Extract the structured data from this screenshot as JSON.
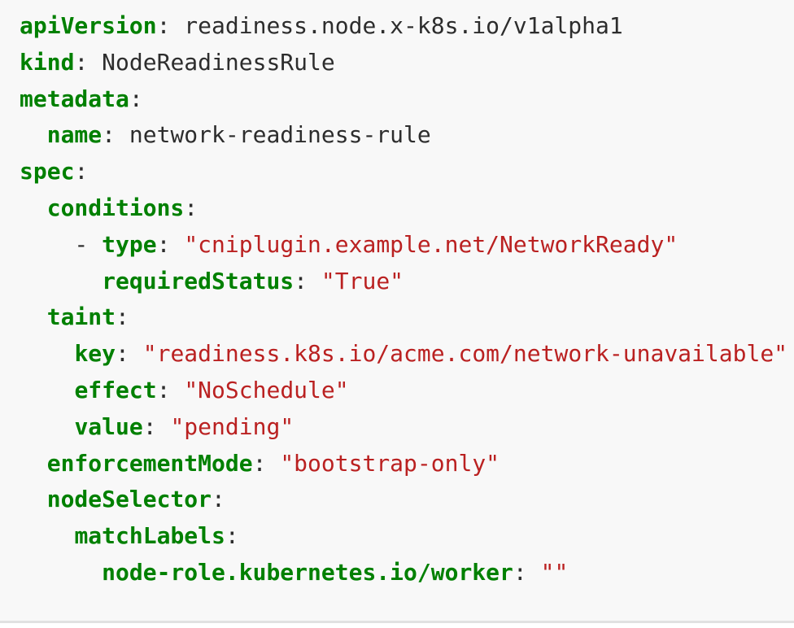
{
  "page": {
    "background_color": "#ffffff"
  },
  "code_block": {
    "language": "yaml",
    "background_color": "#f8f8f8",
    "border_bottom_color": "#e1e1e1",
    "plain_text_color": "#2d2d2d",
    "key_color": "#008000",
    "string_color": "#ba2121",
    "lines": [
      {
        "tokens": [
          {
            "type": "key",
            "text": "apiVersion"
          },
          {
            "type": "plain",
            "text": ": readiness.node.x-k8s.io/v1alpha1"
          }
        ]
      },
      {
        "tokens": [
          {
            "type": "key",
            "text": "kind"
          },
          {
            "type": "plain",
            "text": ": NodeReadinessRule"
          }
        ]
      },
      {
        "tokens": [
          {
            "type": "key",
            "text": "metadata"
          },
          {
            "type": "plain",
            "text": ":"
          }
        ]
      },
      {
        "tokens": [
          {
            "type": "plain",
            "text": "  "
          },
          {
            "type": "key",
            "text": "name"
          },
          {
            "type": "plain",
            "text": ": network-readiness-rule"
          }
        ]
      },
      {
        "tokens": [
          {
            "type": "key",
            "text": "spec"
          },
          {
            "type": "plain",
            "text": ":"
          }
        ]
      },
      {
        "tokens": [
          {
            "type": "plain",
            "text": "  "
          },
          {
            "type": "key",
            "text": "conditions"
          },
          {
            "type": "plain",
            "text": ":"
          }
        ]
      },
      {
        "tokens": [
          {
            "type": "plain",
            "text": "    - "
          },
          {
            "type": "key",
            "text": "type"
          },
          {
            "type": "plain",
            "text": ": "
          },
          {
            "type": "string",
            "text": "\"cniplugin.example.net/NetworkReady\""
          }
        ]
      },
      {
        "tokens": [
          {
            "type": "plain",
            "text": "      "
          },
          {
            "type": "key",
            "text": "requiredStatus"
          },
          {
            "type": "plain",
            "text": ": "
          },
          {
            "type": "string",
            "text": "\"True\""
          }
        ]
      },
      {
        "tokens": [
          {
            "type": "plain",
            "text": "  "
          },
          {
            "type": "key",
            "text": "taint"
          },
          {
            "type": "plain",
            "text": ":"
          }
        ]
      },
      {
        "tokens": [
          {
            "type": "plain",
            "text": "    "
          },
          {
            "type": "key",
            "text": "key"
          },
          {
            "type": "plain",
            "text": ": "
          },
          {
            "type": "string",
            "text": "\"readiness.k8s.io/acme.com/network-unavailable\""
          }
        ]
      },
      {
        "tokens": [
          {
            "type": "plain",
            "text": "    "
          },
          {
            "type": "key",
            "text": "effect"
          },
          {
            "type": "plain",
            "text": ": "
          },
          {
            "type": "string",
            "text": "\"NoSchedule\""
          }
        ]
      },
      {
        "tokens": [
          {
            "type": "plain",
            "text": "    "
          },
          {
            "type": "key",
            "text": "value"
          },
          {
            "type": "plain",
            "text": ": "
          },
          {
            "type": "string",
            "text": "\"pending\""
          }
        ]
      },
      {
        "tokens": [
          {
            "type": "plain",
            "text": "  "
          },
          {
            "type": "key",
            "text": "enforcementMode"
          },
          {
            "type": "plain",
            "text": ": "
          },
          {
            "type": "string",
            "text": "\"bootstrap-only\""
          }
        ]
      },
      {
        "tokens": [
          {
            "type": "plain",
            "text": "  "
          },
          {
            "type": "key",
            "text": "nodeSelector"
          },
          {
            "type": "plain",
            "text": ":"
          }
        ]
      },
      {
        "tokens": [
          {
            "type": "plain",
            "text": "    "
          },
          {
            "type": "key",
            "text": "matchLabels"
          },
          {
            "type": "plain",
            "text": ":"
          }
        ]
      },
      {
        "tokens": [
          {
            "type": "plain",
            "text": "      "
          },
          {
            "type": "key",
            "text": "node-role.kubernetes.io/worker"
          },
          {
            "type": "plain",
            "text": ": "
          },
          {
            "type": "string",
            "text": "\"\""
          }
        ]
      }
    ]
  }
}
